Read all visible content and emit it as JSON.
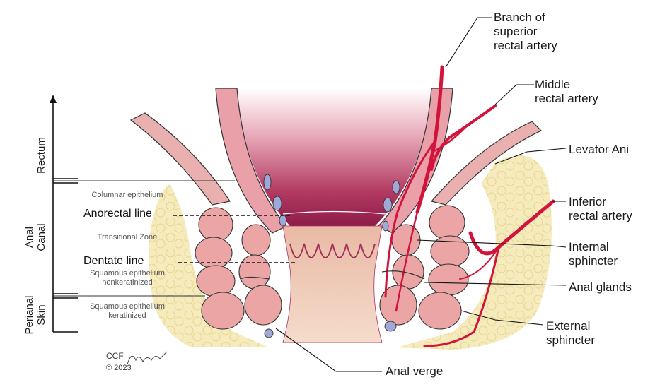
{
  "labels": {
    "branch_superior": "Branch of\nsuperior\nrectal artery",
    "middle_rectal": "Middle\nrectal artery",
    "levator_ani": "Levator Ani",
    "inferior_rectal": "Inferior\nrectal artery",
    "internal_sphincter": "Internal\nsphincter",
    "anal_glands": "Anal glands",
    "external_sphincter": "External\nsphincter",
    "anal_verge": "Anal verge",
    "anorectal_line": "Anorectal line",
    "dentate_line": "Dentate line"
  },
  "zones": {
    "columnar": "Columnar epithelium",
    "transitional": "Transitional Zone",
    "squamous_nonker_1": "Squamous epithelium",
    "squamous_nonker_2": "nonkeratinized",
    "squamous_ker_1": "Squamous epithelium",
    "squamous_ker_2": "keratinized"
  },
  "regions": {
    "rectum": "Rectum",
    "anal_canal": "Anal\nCanal",
    "perianal_skin": "Perianal\nSkin"
  },
  "credit": {
    "org": "CCF",
    "year": "© 2023"
  },
  "colors": {
    "fat": "#f4e7b0",
    "muscle": "#e9a6a6",
    "mucosa": "#c85a7a",
    "artery": "#d2143c",
    "skin": "#f3d4bf"
  }
}
